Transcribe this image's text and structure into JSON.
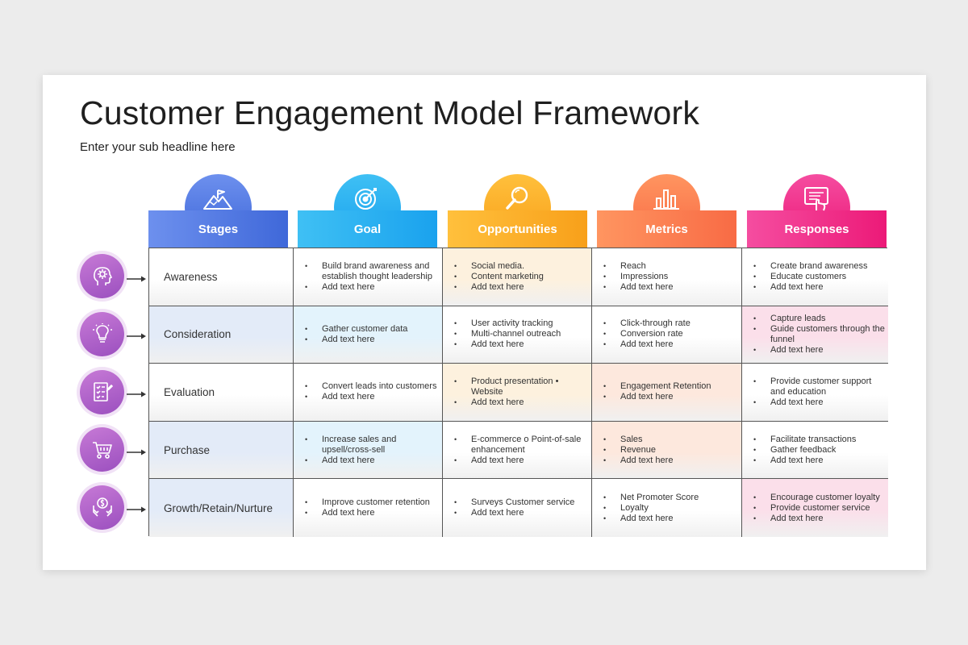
{
  "title": "Customer Engagement Model Framework",
  "subtitle": "Enter your sub headline here",
  "columns": [
    {
      "label": "Stages",
      "icon": "mountain-flag-icon",
      "color_from": "#6d90ee",
      "color_to": "#3f68d9"
    },
    {
      "label": "Goal",
      "icon": "target-icon",
      "color_from": "#3fc0f4",
      "color_to": "#1aa2ee"
    },
    {
      "label": "Opportunities",
      "icon": "magnifier-icon",
      "color_from": "#ffc03c",
      "color_to": "#f8a01a"
    },
    {
      "label": "Metrics",
      "icon": "bar-chart-icon",
      "color_from": "#ff9560",
      "color_to": "#f86b45"
    },
    {
      "label": "Responses",
      "icon": "tablet-touch-icon",
      "color_from": "#f54da0",
      "color_to": "#ec1a78"
    }
  ],
  "rows": [
    {
      "stage": "Awareness",
      "icon": "head-gear-icon",
      "goal": [
        "Build brand awareness and establish thought leadership",
        "Add text here"
      ],
      "opportunities": [
        "Social media.",
        "Content marketing",
        "Add text here"
      ],
      "metrics": [
        "Reach",
        "Impressions",
        "Add text here"
      ],
      "responses": [
        "Create brand awareness",
        "Educate customers",
        "Add text here"
      ]
    },
    {
      "stage": "Consideration",
      "icon": "lightbulb-icon",
      "goal": [
        "Gather customer data",
        "Add text here"
      ],
      "opportunities": [
        "User activity tracking",
        "Multi-channel outreach",
        "Add text here"
      ],
      "metrics": [
        "Click-through rate",
        "Conversion rate",
        "Add text here"
      ],
      "responses": [
        "Capture leads",
        "Guide customers through the funnel",
        "Add text here"
      ]
    },
    {
      "stage": "Evaluation",
      "icon": "checklist-icon",
      "goal": [
        "Convert leads into customers",
        "Add text here"
      ],
      "opportunities": [
        "Product presentation • Website",
        "Add text here"
      ],
      "metrics": [
        "Engagement Retention",
        "Add text here"
      ],
      "responses": [
        "Provide customer support and education",
        "Add text here"
      ]
    },
    {
      "stage": "Purchase",
      "icon": "shopping-cart-icon",
      "goal": [
        "Increase sales and upsell/cross-sell",
        "Add text here"
      ],
      "opportunities": [
        "E-commerce o Point-of-sale enhancement",
        "Add text here"
      ],
      "metrics": [
        "Sales",
        "Revenue",
        "Add text here"
      ],
      "responses": [
        "Facilitate transactions",
        "Gather feedback",
        "Add text here"
      ]
    },
    {
      "stage": "Growth/Retain/Nurture",
      "icon": "hands-dollar-icon",
      "goal": [
        "Improve customer retention",
        "Add text here"
      ],
      "opportunities": [
        "Surveys Customer service",
        "Add text here"
      ],
      "metrics": [
        "Net Promoter Score",
        "Loyalty",
        "Add text here"
      ],
      "responses": [
        "Encourage customer loyalty",
        "Provide customer service",
        "Add text here"
      ]
    }
  ]
}
